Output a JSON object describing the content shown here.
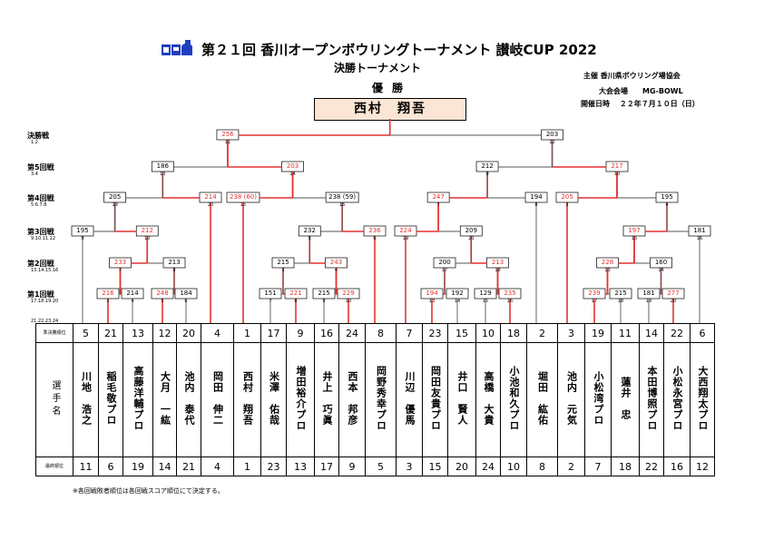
{
  "header": {
    "title": "第２１回 香川オープンボウリングトーナメント 讃岐CUP 2022",
    "subtitle": "決勝トーナメント",
    "organizer": "主催 香川県ボウリング場協会",
    "venue": "大会会場　　MG-BOWL",
    "date": "開催日時　 ２２年７月１０日（日）"
  },
  "champion": {
    "label": "優勝",
    "name": "西村　翔吾"
  },
  "rounds": [
    {
      "label": "決勝戦",
      "sub": "1.2"
    },
    {
      "label": "第5回戦",
      "sub": "3.4"
    },
    {
      "label": "第4回戦",
      "sub": "5.6.7.8"
    },
    {
      "label": "第3回戦",
      "sub": "9.10.11.12"
    },
    {
      "label": "第2回戦",
      "sub": "13.14.15.16"
    },
    {
      "label": "第1回戦",
      "sub": "17.18.19.20"
    },
    {
      "label": "",
      "sub": "21.22.23.24"
    }
  ],
  "scores": {
    "final": [
      {
        "v": "256",
        "red": true
      },
      {
        "v": "203",
        "red": false
      }
    ],
    "final_match": [
      "11",
      "12"
    ],
    "r5": [
      {
        "v": "186",
        "red": false
      },
      {
        "v": "203",
        "red": true
      },
      {
        "v": "212",
        "red": false
      },
      {
        "v": "217",
        "red": true
      }
    ],
    "r5_match": [
      "13",
      "14",
      "9",
      "10"
    ],
    "r4": [
      {
        "v": "205",
        "red": false
      },
      {
        "v": "214",
        "red": true
      },
      {
        "v": "238 (60)",
        "red": true
      },
      {
        "v": "238 (59)",
        "red": false
      },
      {
        "v": "247",
        "red": true
      },
      {
        "v": "194",
        "red": false
      },
      {
        "v": "205",
        "red": true
      },
      {
        "v": "195",
        "red": false
      }
    ],
    "r4_match": [
      "19",
      "20",
      "15",
      "16",
      "7",
      "8",
      "3",
      "4"
    ],
    "r3": [
      {
        "v": "195",
        "red": false
      },
      {
        "v": "212",
        "red": true
      },
      {
        "v": "232",
        "red": false
      },
      {
        "v": "236",
        "red": true
      },
      {
        "v": "224",
        "red": true
      },
      {
        "v": "209",
        "red": false
      },
      {
        "v": "197",
        "red": true
      },
      {
        "v": "181",
        "red": false
      }
    ],
    "r3_match": [
      "9",
      "10",
      "5",
      "6",
      "19",
      "20",
      "15",
      "16"
    ],
    "r2": [
      {
        "v": "233",
        "red": true
      },
      {
        "v": "213",
        "red": false
      },
      {
        "v": "215",
        "red": false
      },
      {
        "v": "243",
        "red": true
      },
      {
        "v": "200",
        "red": false
      },
      {
        "v": "213",
        "red": true
      },
      {
        "v": "228",
        "red": true
      },
      {
        "v": "160",
        "red": false
      }
    ],
    "r2_match": [
      "7",
      "8",
      "3",
      "4",
      "17",
      "18",
      "13",
      "14"
    ],
    "r1": [
      {
        "v": "216",
        "red": true
      },
      {
        "v": "214",
        "red": false
      },
      {
        "v": "248",
        "red": true
      },
      {
        "v": "184",
        "red": false
      },
      {
        "v": "151",
        "red": false
      },
      {
        "v": "221",
        "red": true
      },
      {
        "v": "215",
        "red": false
      },
      {
        "v": "229",
        "red": true
      },
      {
        "v": "194",
        "red": true
      },
      {
        "v": "192",
        "red": false
      },
      {
        "v": "129",
        "red": false
      },
      {
        "v": "235",
        "red": true
      },
      {
        "v": "239",
        "red": true
      },
      {
        "v": "215",
        "red": false
      },
      {
        "v": "181",
        "red": false
      },
      {
        "v": "277",
        "red": true
      }
    ],
    "r1_match": [
      "3",
      "4",
      "5",
      "6",
      "7",
      "8",
      "9",
      "10",
      "13",
      "14",
      "15",
      "16",
      "17",
      "18",
      "19",
      "20"
    ]
  },
  "table": {
    "seed_header": "準決勝順位",
    "name_header": "選手名",
    "rank_header": "最終順位",
    "players": [
      {
        "seed": "5",
        "name": "川地　浩之",
        "rank": "11"
      },
      {
        "seed": "21",
        "name": "稲毛敬プロ",
        "rank": "6"
      },
      {
        "seed": "13",
        "name": "高藤洋輔プロ",
        "rank": "19"
      },
      {
        "seed": "12",
        "name": "大月　一紘",
        "rank": "14"
      },
      {
        "seed": "20",
        "name": "池内　泰代",
        "rank": "21"
      },
      {
        "seed": "4",
        "name": "岡田　伸二",
        "rank": "4"
      },
      {
        "seed": "1",
        "name": "西村　翔吾",
        "rank": "1"
      },
      {
        "seed": "17",
        "name": "米澤　佑哉",
        "rank": "23"
      },
      {
        "seed": "9",
        "name": "増田裕介プロ",
        "rank": "13"
      },
      {
        "seed": "16",
        "name": "井上　巧眞",
        "rank": "17"
      },
      {
        "seed": "24",
        "name": "西本　邦彦",
        "rank": "9"
      },
      {
        "seed": "8",
        "name": "岡野秀幸プロ",
        "rank": "5"
      },
      {
        "seed": "7",
        "name": "川辺　優馬",
        "rank": "3"
      },
      {
        "seed": "23",
        "name": "岡田友貴プロ",
        "rank": "15"
      },
      {
        "seed": "15",
        "name": "井口　賢人",
        "rank": "20"
      },
      {
        "seed": "10",
        "name": "高橋　大貴",
        "rank": "24"
      },
      {
        "seed": "18",
        "name": "小池和久プロ",
        "rank": "10"
      },
      {
        "seed": "2",
        "name": "堀田　紘佑",
        "rank": "8"
      },
      {
        "seed": "3",
        "name": "池内　元気",
        "rank": "2"
      },
      {
        "seed": "19",
        "name": "小松湾プロ",
        "rank": "7"
      },
      {
        "seed": "11",
        "name": "蓮井　忠",
        "rank": "18"
      },
      {
        "seed": "14",
        "name": "本田博照プロ",
        "rank": "22"
      },
      {
        "seed": "22",
        "name": "小松永宮プロ",
        "rank": "16"
      },
      {
        "seed": "6",
        "name": "大西翔太プロ",
        "rank": "12"
      }
    ]
  },
  "note": "※各回戦敗者順位は各回戦スコア順位にて決定する。",
  "colors": {
    "win_line": "#e53030",
    "lose_line": "#555555",
    "champ_bg": "#fbe6d5",
    "logo": "#1f3fbf"
  }
}
